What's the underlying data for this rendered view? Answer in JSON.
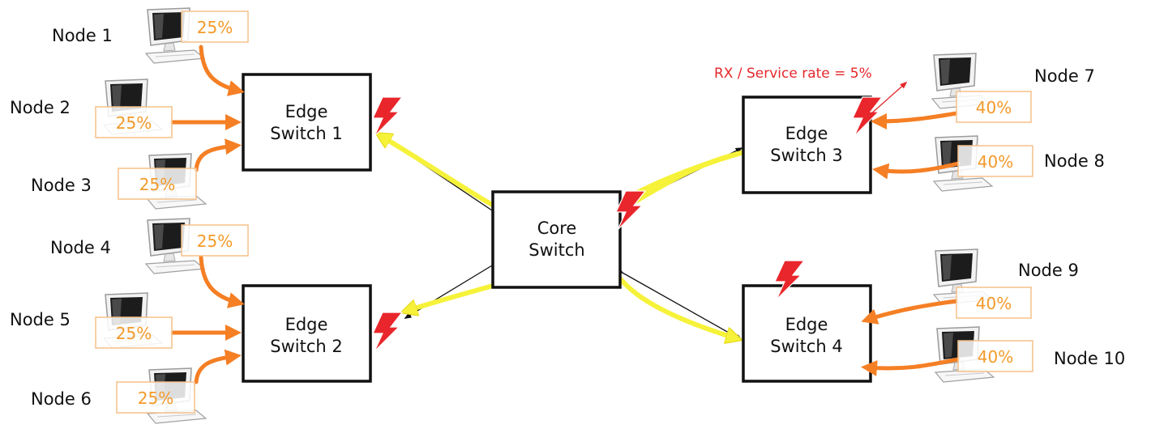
{
  "nodes": [
    {
      "label": "Node 1",
      "utilization": "25%"
    },
    {
      "label": "Node 2",
      "utilization": "25%"
    },
    {
      "label": "Node 3",
      "utilization": "25%"
    },
    {
      "label": "Node 4",
      "utilization": "25%"
    },
    {
      "label": "Node 5",
      "utilization": "25%"
    },
    {
      "label": "Node 6",
      "utilization": "25%"
    },
    {
      "label": "Node 7",
      "utilization": "40%"
    },
    {
      "label": "Node 8",
      "utilization": "40%"
    },
    {
      "label": "Node 9",
      "utilization": "40%"
    },
    {
      "label": "Node 10",
      "utilization": "40%"
    }
  ],
  "switches": {
    "edge1": {
      "line1": "Edge",
      "line2": "Switch 1"
    },
    "edge2": {
      "line1": "Edge",
      "line2": "Switch 2"
    },
    "edge3": {
      "line1": "Edge",
      "line2": "Switch 3"
    },
    "edge4": {
      "line1": "Edge",
      "line2": "Switch 4"
    },
    "core": {
      "line1": "Core",
      "line2": "Switch"
    }
  },
  "annotation": "RX / Service rate = 5%",
  "colors": {
    "ingress_arrow": "#f57f24",
    "traffic_flow": "#f6f23a",
    "congestion_bolt": "#e8262b",
    "percent_text": "#f39a2a",
    "annotation_text": "#e4282c"
  },
  "icons": [
    "computer-icon",
    "lightning-bolt-icon"
  ]
}
